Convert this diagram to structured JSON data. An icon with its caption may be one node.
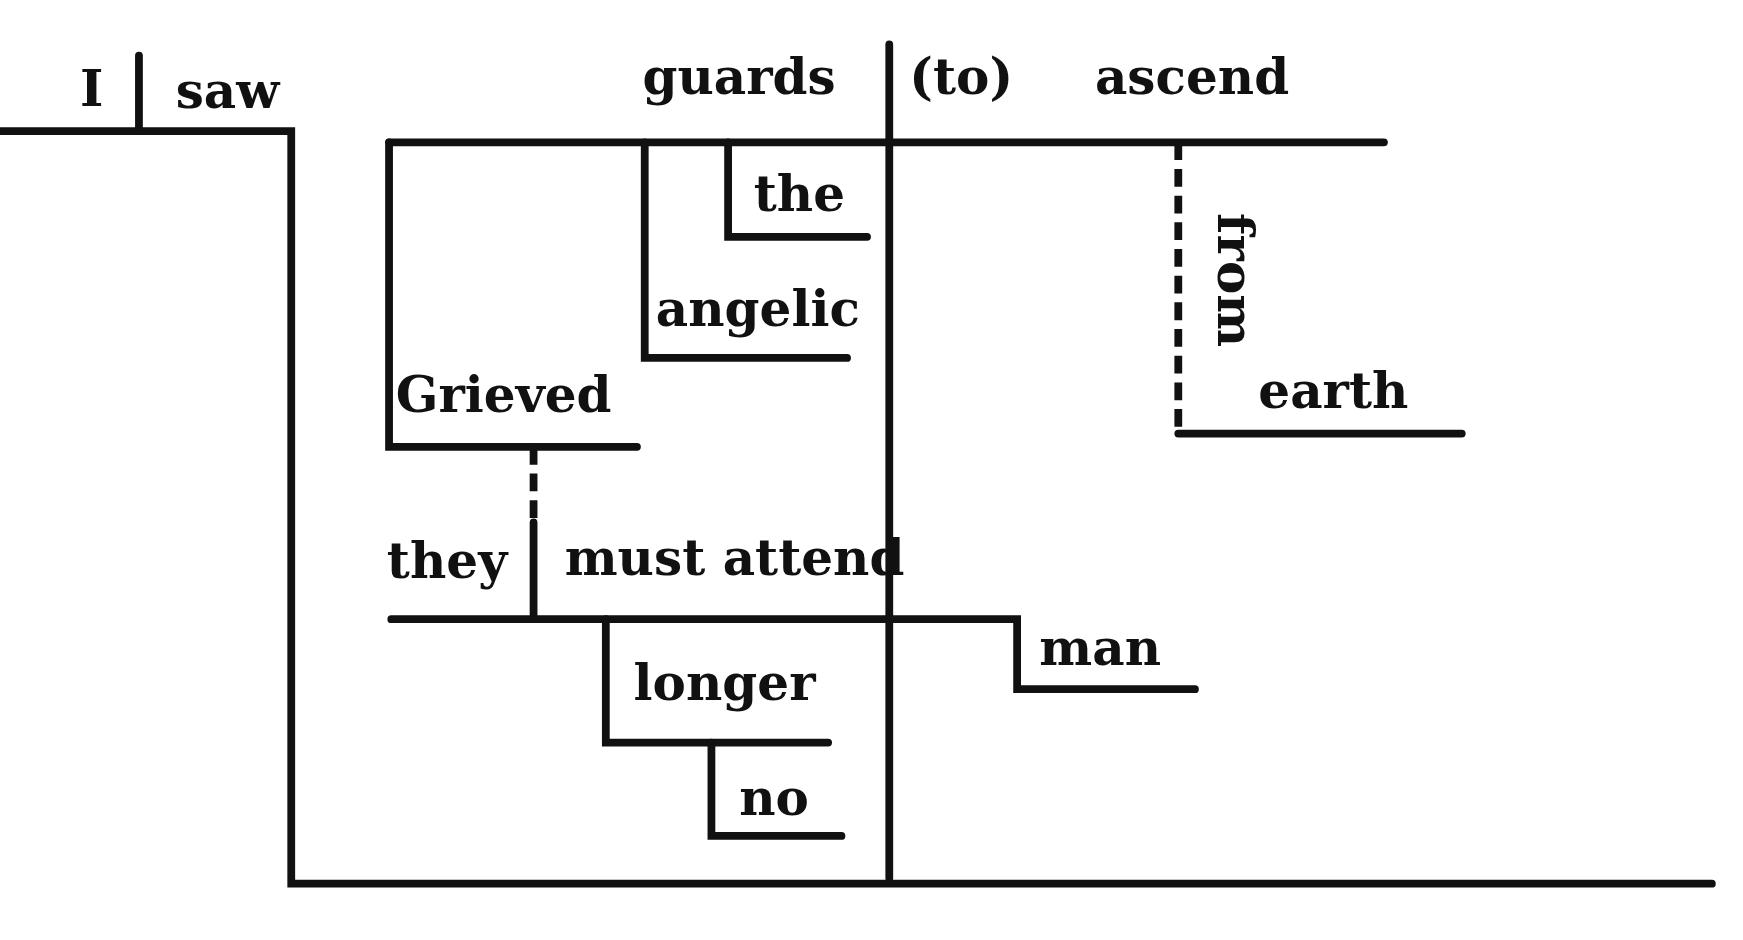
{
  "diagram": {
    "labels": [
      "I",
      "saw",
      "guards",
      "(to)",
      "ascend",
      "the",
      "angelic",
      "from",
      "Grieved",
      "earth",
      "they",
      "must attend",
      "man",
      "longer",
      "no"
    ]
  }
}
